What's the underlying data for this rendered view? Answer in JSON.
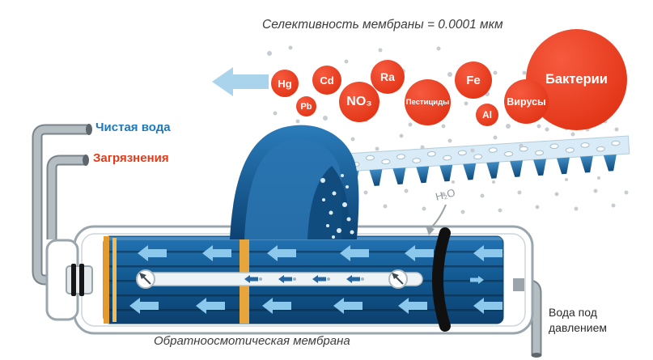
{
  "title": "Селективность мембраны = 0.0001 мкм",
  "legend": {
    "clean_water": "Чистая вода",
    "contaminants": "Загрязнения"
  },
  "particles": [
    {
      "label": "Hg"
    },
    {
      "label": "Pb"
    },
    {
      "label": "Cd"
    },
    {
      "label": "NO₃"
    },
    {
      "label": "Ra"
    },
    {
      "label": "Пестициды"
    },
    {
      "label": "Fe"
    },
    {
      "label": "Al"
    },
    {
      "label": "Вирусы"
    },
    {
      "label": "Бактерии"
    }
  ],
  "annotations": {
    "h2o": "H₂O",
    "membrane_caption": "Обратноосмотическая мембрана",
    "pressure_inlet": "Вода под давлением"
  },
  "colors": {
    "particle_red": "#e63312",
    "clean_water_blue": "#1b79c0",
    "contaminant_red": "#e43a18",
    "membrane_blue": "#1565a4",
    "flow_arrow_blue": "#8cc8ec",
    "light_arrow_blue": "#a9d4ec",
    "seal_black": "#101010",
    "pipe_gray": "#b4bdc2"
  }
}
